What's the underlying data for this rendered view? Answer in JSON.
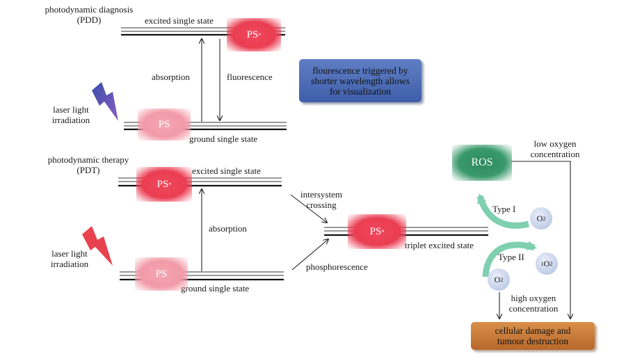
{
  "pdd": {
    "title_line1": "photodynamic diagnosis",
    "title_line2": "(PDD)",
    "excited_state": "excited single state",
    "ground_state": "ground single state",
    "absorption": "absorption",
    "fluorescence": "fluorescence",
    "laser_line1": "laser light",
    "laser_line2": "irradiation",
    "ps_excited": "PS",
    "ps_excited_sup": "*",
    "ps_ground": "PS"
  },
  "info_box": {
    "line1": "flourescence triggered by",
    "line2": "shorter wavelength allows",
    "line3": "for visualization"
  },
  "pdt": {
    "title_line1": "photodynamic therapy",
    "title_line2": "(PDT)",
    "excited_state": "excited single state",
    "ground_state": "ground single state",
    "absorption": "absorption",
    "laser_line1": "laser light",
    "laser_line2": "irradiation",
    "intersystem_line1": "intersystem",
    "intersystem_line2": "crossing",
    "phosphorescence": "phosphorescence",
    "triplet_state": "triplet excited state",
    "ps_excited": "PS",
    "ps_excited_sup": "*",
    "ps_triplet": "PS",
    "ps_triplet_sup": "*",
    "ps_ground": "PS"
  },
  "ros": {
    "label": "ROS",
    "low_oxygen_line1": "low oxygen",
    "low_oxygen_line2": "concentration",
    "type1": "Type I",
    "type2": "Type II",
    "o2_a": "O",
    "o2_a_sub": "2",
    "o2_singlet_sup": "1",
    "o2_singlet": "O",
    "o2_singlet_sub": "2",
    "o2_b": "O",
    "o2_b_sub": "2",
    "high_oxygen_line1": "high oxygen",
    "high_oxygen_line2": "concentration"
  },
  "outcome": {
    "line1": "cellular damage and",
    "line2": "tumour destruction"
  },
  "colors": {
    "ps_excited": "#ea3d52",
    "ps_ground": "#f29aa8",
    "ros": "#3a9a6c",
    "type_arrow": "#7fd0b0",
    "info_box": "#4a69b2",
    "outcome_box": "#c77a36",
    "laser_pdd": "#3a4fa8",
    "laser_pdt": "#e8424f"
  }
}
